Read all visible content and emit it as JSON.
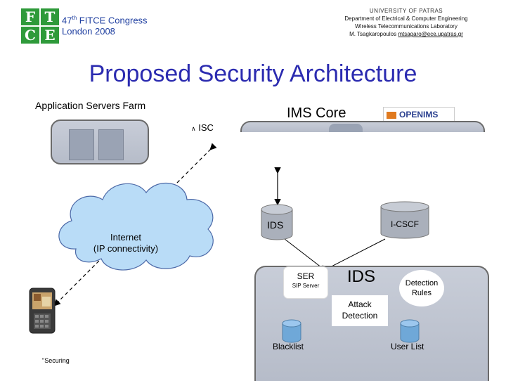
{
  "header": {
    "logo_text": [
      "F",
      "T",
      "C",
      "E"
    ],
    "congress_line1_pre": "47",
    "congress_line1_sup": "th",
    "congress_line1_post": " FITCE Congress",
    "congress_line2": "London 2008",
    "university": "UNIVERSITY OF PATRAS",
    "department": "Department of Electrical & Computer Engineering",
    "lab": "Wireless Telecommunications Laboratory",
    "author_prefix": "M. Tsagkaropoulos ",
    "author_email": "mtsagaro@ece.upatras.gr"
  },
  "title": "Proposed Security Architecture",
  "app_servers_label": "Application Servers Farm",
  "ims_core_label": "IMS Core",
  "openims_logo": "OPENIMS",
  "isc_label": "ISC",
  "ids_top_label": "IDS",
  "icscf_label": "I-CSCF",
  "internet_label_line1": "Internet",
  "internet_label_line2": "(IP connectivity)",
  "ser_label": "SER",
  "sip_server_label": "SIP Server",
  "ids_big_label": "IDS",
  "detection_rules_line1": "Detection",
  "detection_rules_line2": "Rules",
  "attack_detection_line1": "Attack",
  "attack_detection_line2": "Detection",
  "blacklist_label": "Blacklist",
  "userlist_label": "User List",
  "footer_text": "\"Securing",
  "colors": {
    "title": "#2b2bb0",
    "cloud": "#b9dcf7",
    "db": "#6fa8d8",
    "logo": "#2e9a3a"
  },
  "icons": [
    "logo-ftce",
    "openims-logo",
    "database-icon",
    "cloud-icon",
    "mobile-phone-icon"
  ]
}
